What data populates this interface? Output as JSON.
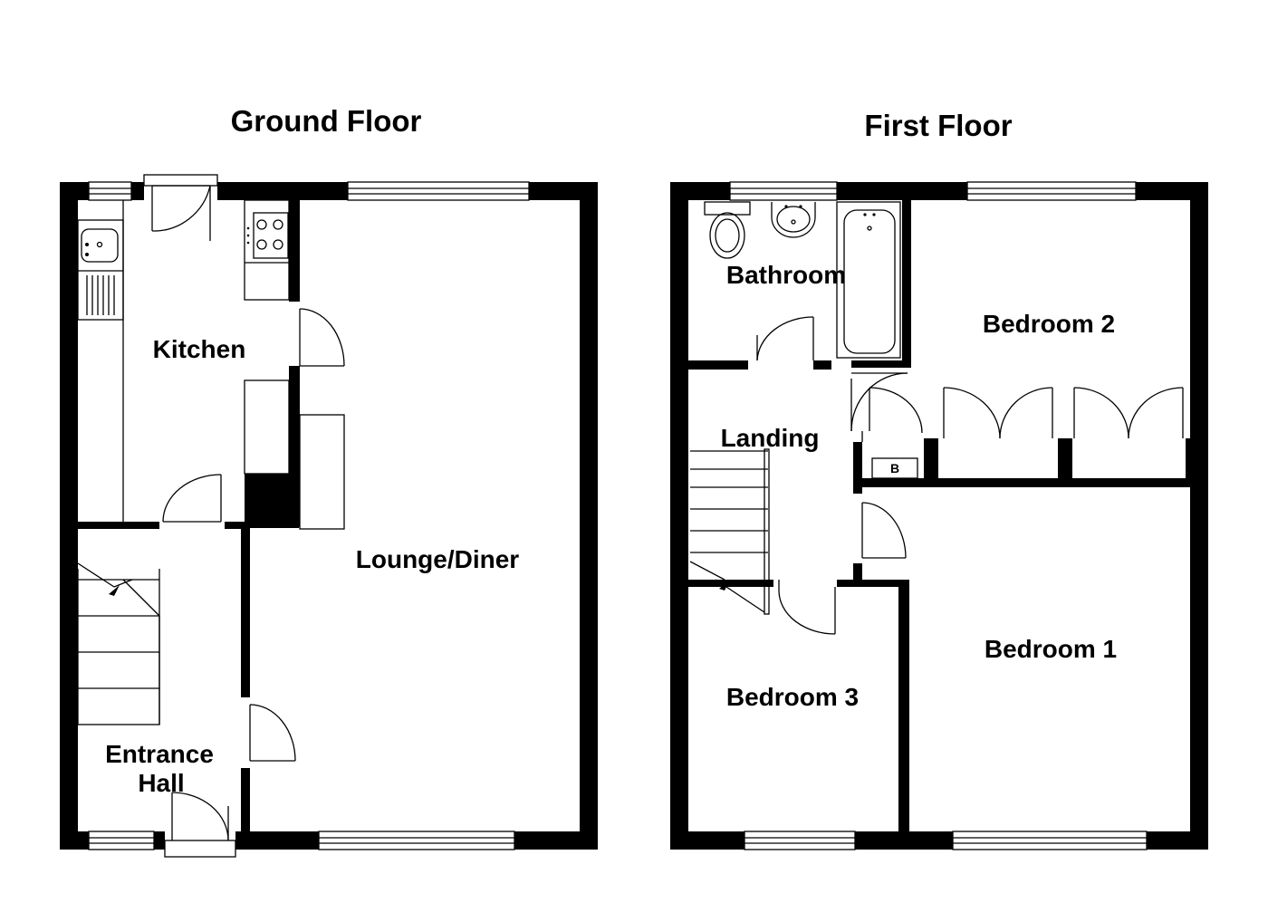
{
  "floors": {
    "ground": {
      "title": "Ground Floor",
      "rooms": {
        "kitchen": "Kitchen",
        "lounge_diner": "Lounge/Diner",
        "entrance_hall_line1": "Entrance",
        "entrance_hall_line2": "Hall"
      }
    },
    "first": {
      "title": "First Floor",
      "rooms": {
        "bathroom": "Bathroom",
        "bedroom_2": "Bedroom 2",
        "landing": "Landing",
        "bedroom_1": "Bedroom 1",
        "bedroom_3": "Bedroom 3"
      },
      "boiler_label": "B"
    }
  }
}
